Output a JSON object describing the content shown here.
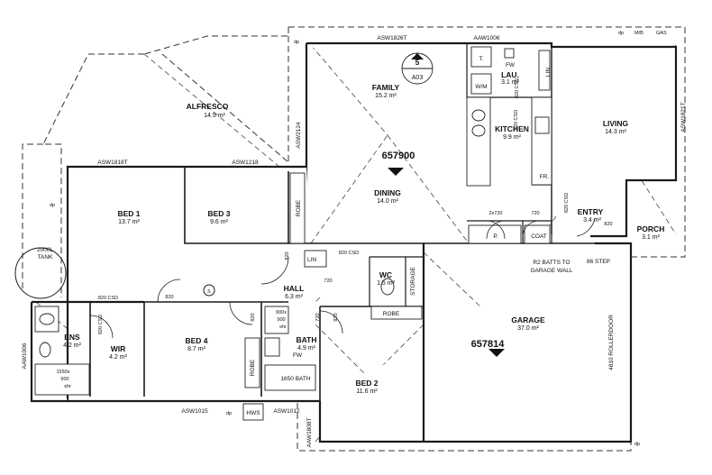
{
  "rooms": {
    "alfresco": {
      "name": "ALFRESCO",
      "area": "14.9 m²"
    },
    "family": {
      "name": "FAMILY",
      "area": "15.2 m²"
    },
    "dining": {
      "name": "DINING",
      "area": "14.0 m²"
    },
    "kitchen": {
      "name": "KITCHEN",
      "area": "9.9 m²"
    },
    "laundry": {
      "name": "LAU.",
      "area": "3.1 m²"
    },
    "living": {
      "name": "LIVING",
      "area": "14.3 m²"
    },
    "entry": {
      "name": "ENTRY",
      "area": "3.4 m²"
    },
    "porch": {
      "name": "PORCH",
      "area": "3.1 m²"
    },
    "bed1": {
      "name": "BED 1",
      "area": "13.7 m²"
    },
    "bed3": {
      "name": "BED 3",
      "area": "9.6 m²"
    },
    "bed4": {
      "name": "BED 4",
      "area": "8.7 m²"
    },
    "bed2": {
      "name": "BED 2",
      "area": "11.6 m²"
    },
    "hall": {
      "name": "HALL",
      "area": "6.3 m²"
    },
    "ens": {
      "name": "ENS",
      "area": "4.2 m²"
    },
    "wir": {
      "name": "WIR",
      "area": "4.2 m²"
    },
    "bath": {
      "name": "BATH",
      "area": "4.9 m²"
    },
    "wc": {
      "name": "WC",
      "area": "1.5 m²"
    },
    "garage": {
      "name": "GARAGE",
      "area": "37.0 m²"
    }
  },
  "levels": {
    "house": "657900",
    "garage": "657814"
  },
  "section_marker": {
    "number": "5",
    "sheet": "A03"
  },
  "windows": {
    "asw1826t": "ASW1826T",
    "aaw1006_top": "AAW1006",
    "asw2124": "ASW2124",
    "asw1818t": "ASW1818T",
    "asw1218": "ASW1218",
    "asw1821t": "ASW1821T",
    "aaw1006_left": "AAW1006",
    "asw1015": "ASW1015",
    "asw1012": "ASW1012",
    "aaw1808t": "AAW1808T"
  },
  "labels": {
    "robe_bed3": "ROBE",
    "robe_bed4": "ROBE",
    "robe_bed2": "ROBE",
    "lin_hall": "LIN",
    "lin_laundry": "LIN",
    "storage": "STORAGE",
    "pantry": "P.",
    "coat": "COAT",
    "fridge": "FR.",
    "tub": "T.",
    "fw_laundry": "FW",
    "wm": "W/M",
    "fw_bath": "FW",
    "bath_tub": "1650 BATH",
    "shower_bath": "900x\n900",
    "shower_bath_1": "900x",
    "shower_bath_2": "900",
    "shower_bath_3": "shr",
    "shower_ens_1": "1550x",
    "shower_ens_2": "900",
    "shower_ens_3": "shr",
    "hws": "HWS",
    "tank_1": "2000L",
    "tank_2": "TANK",
    "dp1": "dp",
    "dp2": "dp",
    "dp3": "dp",
    "dp4": "dp",
    "dp5": "dp",
    "mb": "M/B",
    "gas": "GAS",
    "smoke": "S",
    "rollerdoor": "4810 ROLLERDOOR",
    "step": "86 STEP",
    "batts_1": "R2 BATTS TO",
    "batts_2": "GARAGE WALL",
    "d_2x720": "2x720",
    "d_720_coat": "720",
    "d_820csd_kitchen": "820 CSD",
    "d_820csd_lau": "820 CSD",
    "d_820csd_entry": "820 CSD",
    "d_820_entry": "820",
    "d_820_lin": "820",
    "d_820csd_lin": "820 CSD",
    "d_720_wc": "720",
    "d_720_wc2": "720",
    "d_820csd_ens": "820 CSD",
    "d_820_bed4": "820",
    "d_820csd_wir": "820 CSD",
    "d_820_hall": "820",
    "d_820_bed2": "820"
  }
}
